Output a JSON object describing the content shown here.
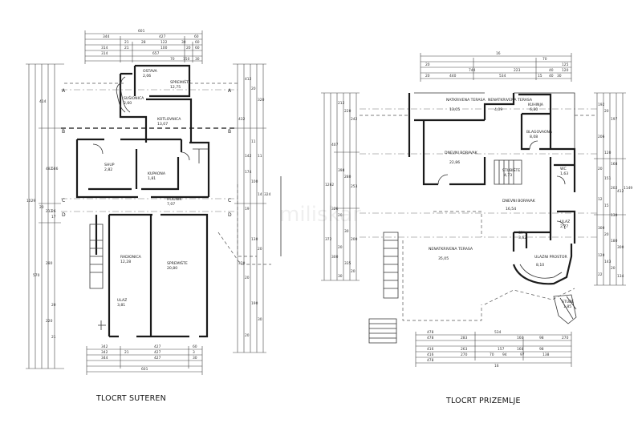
{
  "titles": {
    "left": "TLOCRT SUTEREN",
    "right": "TLOCRT PRIZEMLJE"
  },
  "watermark": "miliskar",
  "suteren": {
    "rooms": [
      {
        "name": "SPREMIŠTE",
        "area": "12,75"
      },
      {
        "name": "OSTAVA",
        "area": "2,06"
      },
      {
        "name": "SUŠIONICA",
        "area": "2,60"
      },
      {
        "name": "KOTLOVNICA",
        "area": "13,07"
      },
      {
        "name": "SHUP",
        "area": "2,82"
      },
      {
        "name": "KUPAONA",
        "area": "1,81"
      },
      {
        "name": "HODNIK",
        "area": "7,07"
      },
      {
        "name": "RADIONICA",
        "area": "12,28"
      },
      {
        "name": "SPREMIŠTE",
        "area": "20,80"
      },
      {
        "name": "ULAZ",
        "area": "3,81"
      }
    ],
    "section_labels": [
      "A",
      "A",
      "B",
      "B",
      "C",
      "C",
      "D",
      "D"
    ],
    "dims_top": [
      "601",
      "344",
      "427",
      "60",
      "21",
      "28",
      "122",
      "30",
      "60",
      "314",
      "21",
      "100",
      "20",
      "60",
      "314",
      "657",
      "70",
      "150",
      "30"
    ],
    "dims_bottom": [
      "342",
      "427",
      "60",
      "342",
      "21",
      "427",
      "3",
      "344",
      "427",
      "30",
      "601"
    ],
    "dims_left": [
      "414",
      "1029",
      "482",
      "586",
      "20",
      "212",
      "26",
      "17",
      "280",
      "570",
      "20",
      "220",
      "21"
    ],
    "dims_right": [
      "412",
      "20",
      "320",
      "432",
      "11",
      "142",
      "11",
      "174",
      "100",
      "14",
      "324",
      "19",
      "130",
      "20",
      "320",
      "20",
      "190",
      "30",
      "20"
    ]
  },
  "prizemlje": {
    "rooms": [
      {
        "name": "NATKRIVENA TERASA",
        "area": "13,05"
      },
      {
        "name": "NENATKRIVENA TERASA",
        "area": "4,09"
      },
      {
        "name": "KUHINJA",
        "area": "6,80"
      },
      {
        "name": "BLAGOVAONA",
        "area": "8,08"
      },
      {
        "name": "DNEVNI BORAVAK",
        "area": "22,86"
      },
      {
        "name": "STUBIŠTE",
        "area": "4,73"
      },
      {
        "name": "WC",
        "area": "1,63"
      },
      {
        "name": "DNEVNI BORAVAK",
        "area": "16,54"
      },
      {
        "name": "ULAZ",
        "area": "2,77"
      },
      {
        "name": "SPA",
        "area": "3,62"
      },
      {
        "name": "ULAZNI PROSTOR",
        "area": "8,10"
      },
      {
        "name": "NENATKRIVENA TERASA",
        "area": "35,05"
      },
      {
        "name": "STUBE",
        "area": "1,85"
      }
    ],
    "dims_top": [
      "16",
      "20",
      "744",
      "70",
      "223",
      "40",
      "120",
      "20",
      "440",
      "534",
      "15",
      "40",
      "30",
      "125"
    ],
    "dims_bottom": [
      "478",
      "534",
      "478",
      "283",
      "160",
      "98",
      "270",
      "416",
      "263",
      "157",
      "168",
      "98",
      "416",
      "270",
      "70",
      "94",
      "97",
      "138",
      "478",
      "16"
    ],
    "dims_left": [
      "212",
      "220",
      "242",
      "407",
      "1262",
      "398",
      "280",
      "253",
      "326",
      "20",
      "372",
      "30",
      "200",
      "20",
      "300",
      "335",
      "20",
      "30"
    ],
    "dims_right": [
      "192",
      "20",
      "197",
      "206",
      "1149",
      "120",
      "168",
      "20",
      "412",
      "151",
      "202",
      "12",
      "15",
      "130",
      "300",
      "20",
      "180",
      "300",
      "120",
      "143",
      "20",
      "22",
      "134"
    ]
  }
}
